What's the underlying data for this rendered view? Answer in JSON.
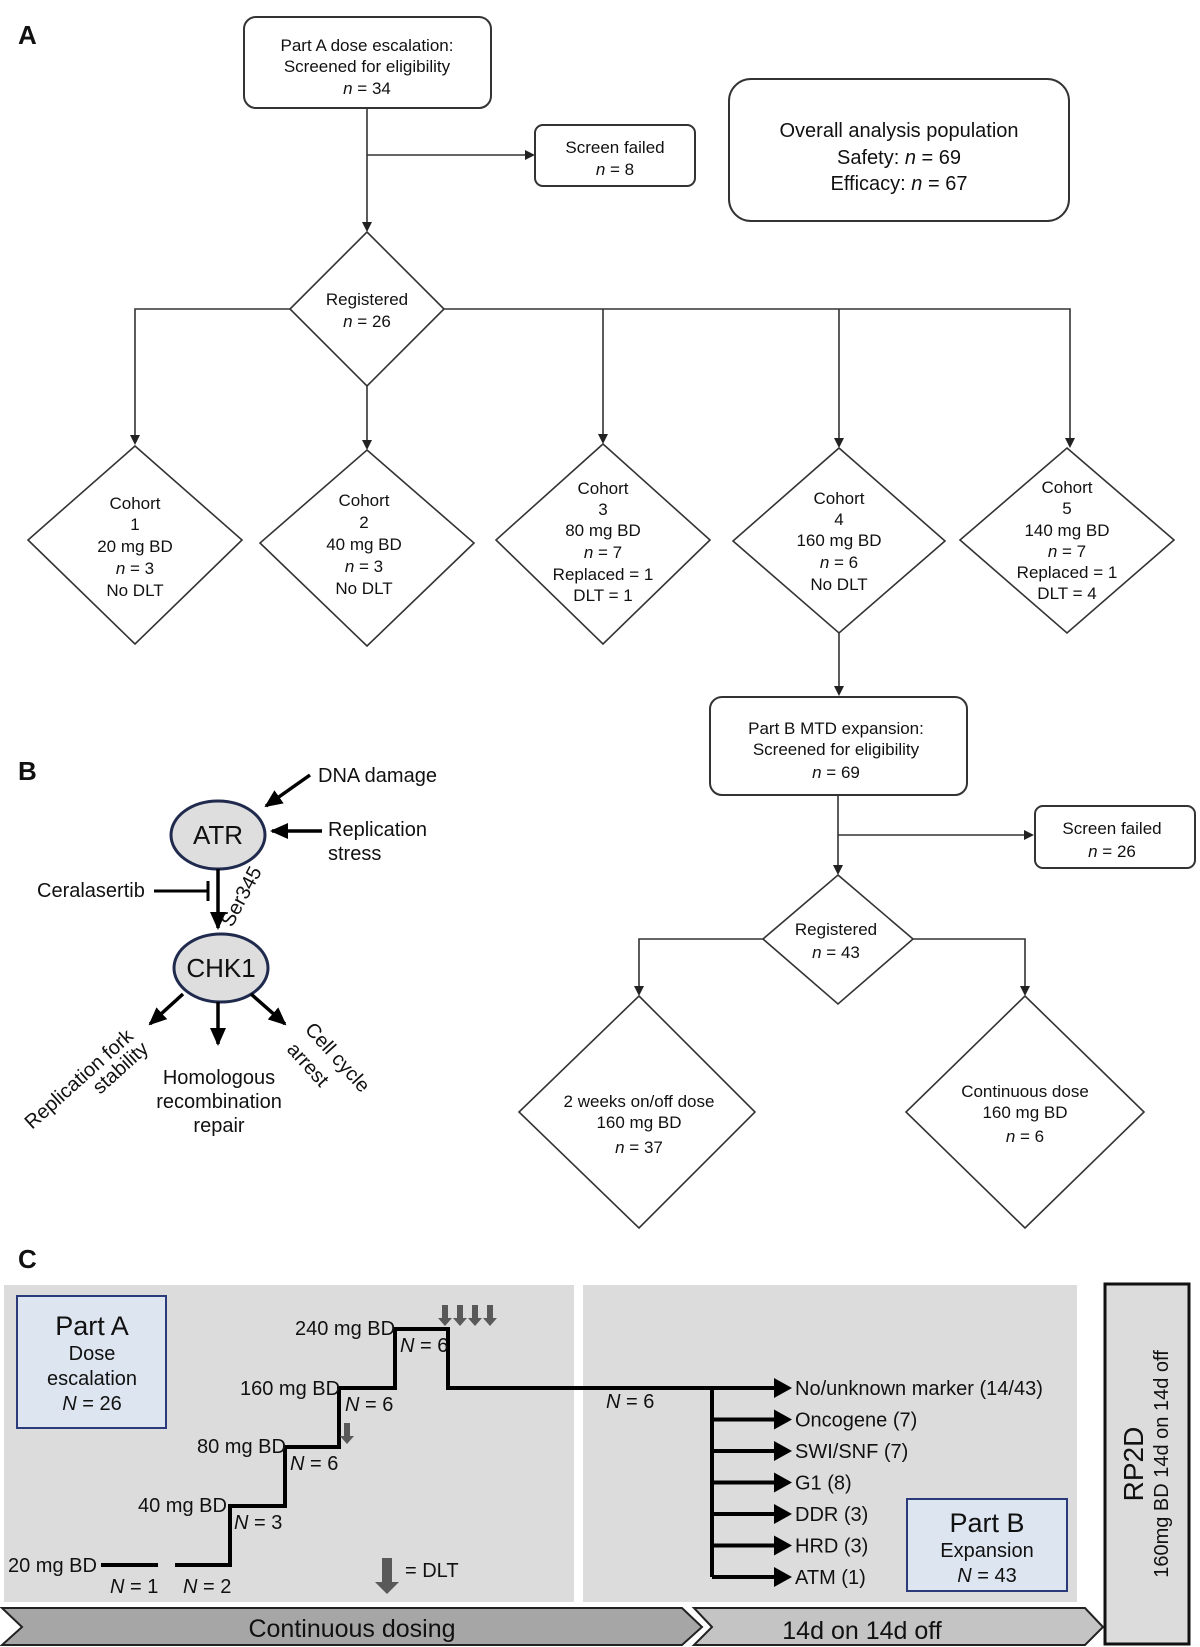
{
  "panels": {
    "a": "A",
    "b": "B",
    "c": "C"
  },
  "panel_a": {
    "part_a_screen": {
      "line1": "Part A dose escalation:",
      "line2": "Screened for eligibility",
      "n_label": "n",
      "n_value": " = 34"
    },
    "screen_failed": {
      "label": "Screen failed",
      "n_label": "n",
      "n_value": " = 8"
    },
    "overall": {
      "title": "Overall analysis population",
      "safety_label": "Safety: ",
      "safety_n": "n",
      "safety_value": " = 69",
      "efficacy_label": "Efficacy: ",
      "efficacy_n": "n",
      "efficacy_value": " = 67"
    },
    "registered": {
      "label": "Registered",
      "n_label": "n",
      "n_value": " = 26"
    },
    "cohorts": [
      {
        "title": "Cohort",
        "number": "1",
        "dose": "20 mg BD",
        "n_label": "n",
        "n_value": " = 3",
        "replaced": "",
        "dlt": "No DLT"
      },
      {
        "title": "Cohort",
        "number": "2",
        "dose": "40 mg BD",
        "n_label": "n",
        "n_value": " = 3",
        "replaced": "",
        "dlt": "No DLT"
      },
      {
        "title": "Cohort",
        "number": "3",
        "dose": "80 mg BD",
        "n_label": "n",
        "n_value": " = 7",
        "replaced": "Replaced = 1",
        "dlt": "DLT = 1"
      },
      {
        "title": "Cohort",
        "number": "4",
        "dose": "160 mg BD",
        "n_label": "n",
        "n_value": " = 6",
        "replaced": "",
        "dlt": "No DLT"
      },
      {
        "title": "Cohort",
        "number": "5",
        "dose": "140 mg BD",
        "n_label": "n",
        "n_value": " = 7",
        "replaced": "Replaced = 1",
        "dlt": "DLT = 4"
      }
    ],
    "part_b_screen": {
      "line1": "Part B MTD expansion:",
      "line2": "Screened for eligibility",
      "n_label": "n",
      "n_value": " = 69"
    },
    "screen_failed_b": {
      "label": "Screen failed",
      "n_label": "n",
      "n_value": " = 26"
    },
    "registered_b": {
      "label": "Registered",
      "n_label": "n",
      "n_value": " = 43"
    },
    "arm_intermittent": {
      "line1": "2 weeks on/off dose",
      "line2": "160 mg BD",
      "n_label": "n",
      "n_value": " = 37"
    },
    "arm_continuous": {
      "line1": "Continuous dose",
      "line2": "160 mg BD",
      "n_label": "n",
      "n_value": " = 6"
    }
  },
  "panel_b": {
    "atr": "ATR",
    "chk1": "CHK1",
    "dna_damage": "DNA damage",
    "replication_stress_1": "Replication",
    "replication_stress_2": "stress",
    "inhibitor": "Ceralasertib",
    "site": "Ser345",
    "out_fork_1": "Replication fork",
    "out_fork_2": "stability",
    "out_hr_1": "Homologous",
    "out_hr_2": "recombination",
    "out_hr_3": "repair",
    "out_cc_1": "Cell cycle",
    "out_cc_2": "arrest"
  },
  "panel_c": {
    "part_a_box": {
      "title": "Part A",
      "line1": "Dose",
      "line2": "escalation",
      "n_label": "N",
      "n_value": " = 26"
    },
    "doses": [
      {
        "label": "20 mg BD",
        "groups": [
          {
            "n_label": "N",
            "n_value": " = 1"
          },
          {
            "n_label": "N",
            "n_value": " = 2"
          }
        ],
        "dlt_count": 0
      },
      {
        "label": "40 mg BD",
        "groups": [
          {
            "n_label": "N",
            "n_value": " = 3"
          }
        ],
        "dlt_count": 0
      },
      {
        "label": "80 mg BD",
        "groups": [
          {
            "n_label": "N",
            "n_value": " = 6"
          }
        ],
        "dlt_count": 1
      },
      {
        "label": "160 mg BD",
        "groups": [
          {
            "n_label": "N",
            "n_value": " = 6"
          }
        ],
        "dlt_count": 0
      },
      {
        "label": "240 mg BD",
        "groups": [
          {
            "n_label": "N",
            "n_value": " = 6"
          }
        ],
        "dlt_count": 4
      }
    ],
    "continuation": {
      "n_label": "N",
      "n_value": " = 6"
    },
    "dlt_legend": "= DLT",
    "markers": [
      "No/unknown marker (14/43)",
      "Oncogene (7)",
      "SWI/SNF (7)",
      "G1 (8)",
      "DDR (3)",
      "HRD (3)",
      "ATM (1)"
    ],
    "part_b_box": {
      "title": "Part B",
      "line1": "Expansion",
      "n_label": "N",
      "n_value": " = 43"
    },
    "schedule_1": "Continuous dosing",
    "schedule_2": "14d on 14d off",
    "rp2d_title": "RP2D",
    "rp2d_detail": "160mg BD 14d on 14d off",
    "colors": {
      "panel_bg": "#dcdcdc",
      "info_box_bg": "#dde5f0",
      "info_box_border": "#2b3a7a",
      "chevron_1": "#a6a6a6",
      "chevron_2": "#c4c4c4",
      "dlt_arrow": "#595959",
      "node_fill": "#dedede",
      "node_border": "#1f2a4d"
    }
  }
}
